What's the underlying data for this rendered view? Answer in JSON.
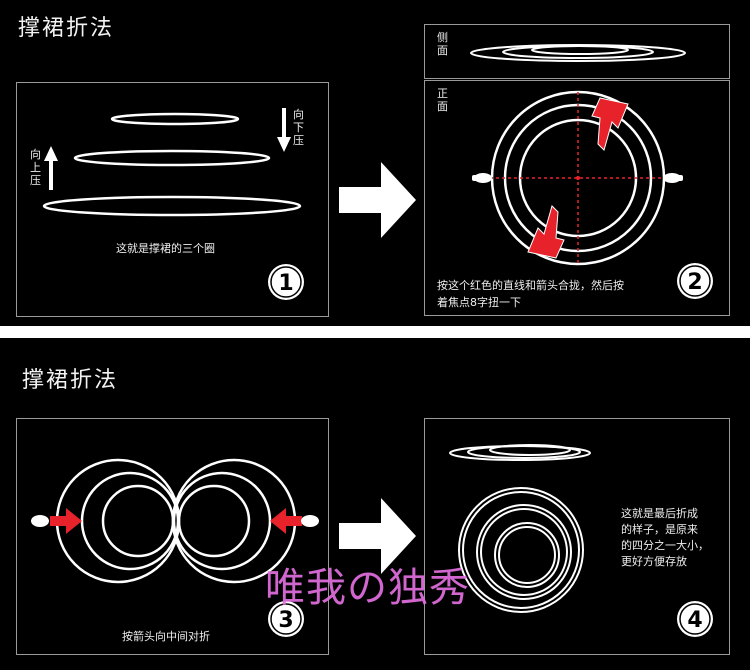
{
  "section1": {
    "title": "撑裙折法",
    "panel1": {
      "label_up": "向上压",
      "label_down": "向下压",
      "caption": "这就是撑裙的三个圈",
      "step": "1"
    },
    "panel2": {
      "side_label": "侧面",
      "front_label": "正面",
      "caption_line1": "按这个红色的直线和箭头合拢，然后按",
      "caption_line2": "着焦点8字扭一下",
      "step": "2"
    }
  },
  "section2": {
    "title": "撑裙折法",
    "panel3": {
      "caption": "按箭头向中间对折",
      "step": "3"
    },
    "panel4": {
      "caption_line1": "这就是最后折成",
      "caption_line2": "的样子，是原来",
      "caption_line3": "的四分之一大小，",
      "caption_line4": "更好方便存放",
      "step": "4"
    }
  },
  "watermark": "唯我の独秀",
  "colors": {
    "background": "#000000",
    "ring": "#ffffff",
    "accent": "#e8222a",
    "watermark": "#e26fe0"
  }
}
